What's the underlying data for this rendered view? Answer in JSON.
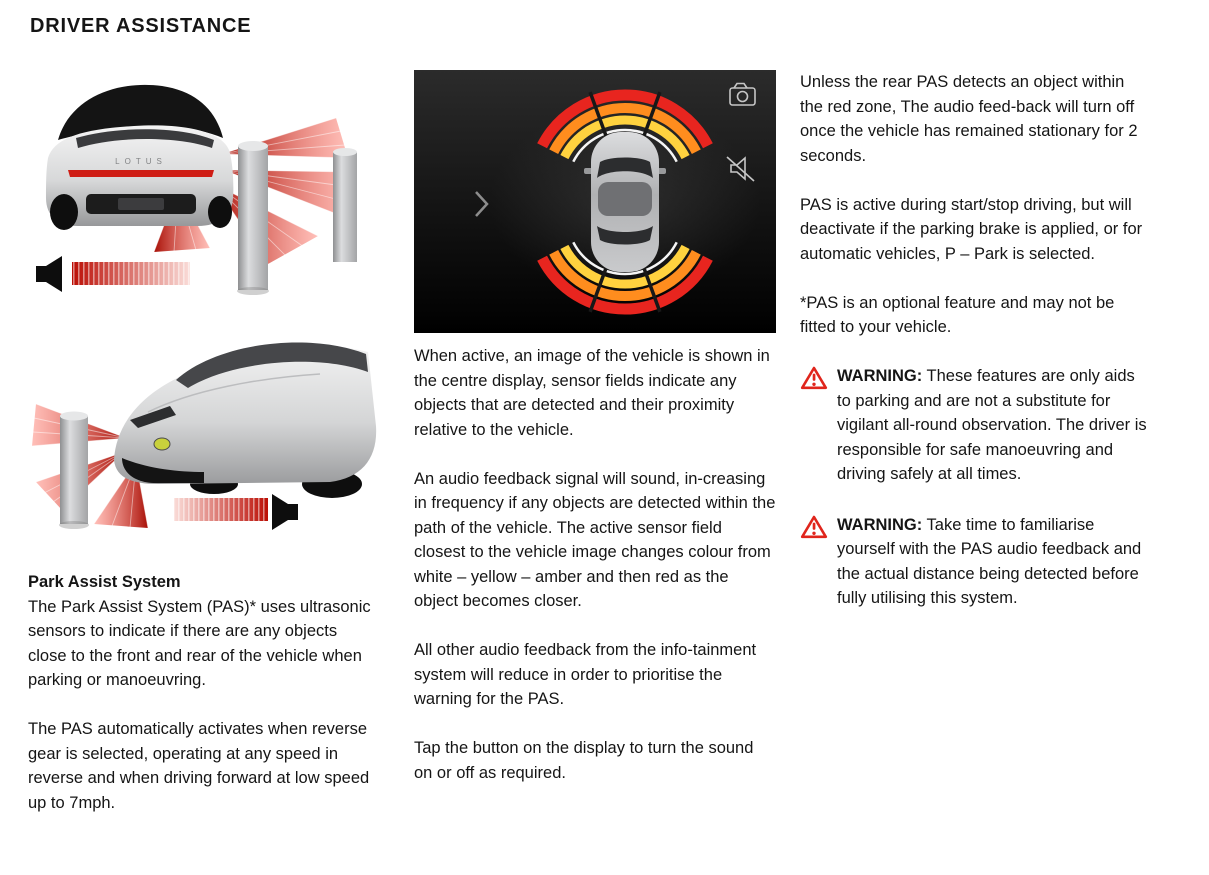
{
  "page": {
    "title": "DRIVER ASSISTANCE"
  },
  "left_column": {
    "heading": "Park Assist System",
    "paragraphs": [
      "The Park Assist System (PAS)* uses ultrasonic sensors to indicate if there are any objects close to the front and rear of the vehicle when parking or manoeuvring.",
      "The PAS automatically activates when reverse gear is selected, operating at any speed in reverse and when driving forward at low speed up to 7mph."
    ]
  },
  "middle_column": {
    "paragraphs": [
      "When active, an image of the vehicle is shown in the centre display, sensor fields indicate any objects that are detected and their proximity relative to the vehicle.",
      "An audio feedback signal will sound, in-creasing in frequency if any objects are detected within the path of the vehicle. The active sensor field closest to the vehicle image changes colour from white – yellow – amber and then red as the object becomes closer.",
      "All other audio feedback from the info-tainment system will reduce in order to prioritise the warning for the PAS.",
      "Tap the button on the display to turn the sound on or off as required."
    ]
  },
  "right_column": {
    "paragraphs": [
      "Unless the rear PAS detects an object within the red zone, The audio feed-back will turn off once the vehicle has remained stationary for 2 seconds.",
      "PAS is active during start/stop driving, but will deactivate if the parking brake is applied, or for automatic vehicles, P – Park is selected.",
      "*PAS is an optional feature and may not be fitted to your vehicle."
    ],
    "warnings": [
      {
        "label": "WARNING:",
        "text": "These features are only aids to parking and are not a substitute for vigilant all-round observation. The driver is responsible for safe manoeuvring and driving safely at all times."
      },
      {
        "label": "WARNING:",
        "text": "Take time to familiarise yourself with the PAS audio feedback and the actual distance being detected before fully utilising this system."
      }
    ]
  },
  "illustrations": {
    "car_badge": "LOTUS",
    "icons": [
      "camera-icon",
      "speaker-muted-icon",
      "chevron-right-icon",
      "warning-triangle-icon",
      "speaker-icon"
    ]
  },
  "colors": {
    "warning_red": "#e0251c",
    "sensor_red": "#bb0e05",
    "arc_yellow": "#ffd23f",
    "arc_amber": "#ff8d1e",
    "arc_red": "#e8251f",
    "display_background": "#0d0d0d",
    "car_silver": "#c9cacc"
  }
}
